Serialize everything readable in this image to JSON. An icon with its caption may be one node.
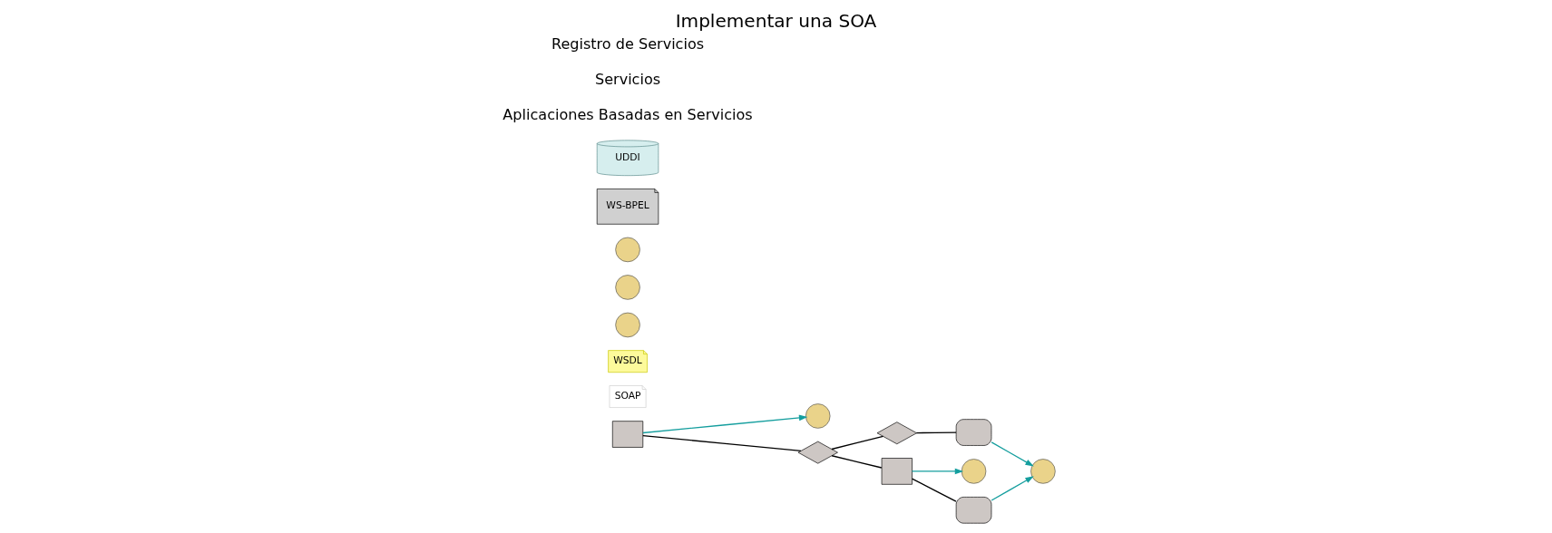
{
  "diagram": {
    "title": "Implementar una SOA",
    "nodes": [
      {
        "text": [],
        "shape": "box"
      },
      {
        "text": [
          "SOAP"
        ]
      },
      {
        "text": [],
        "shape": "circle"
      },
      {
        "text": [
          "WSDL"
        ]
      },
      {
        "text": [],
        "shape": "circle"
      },
      {
        "text": [],
        "shape": "diamond"
      },
      {
        "text": [],
        "shape": "diamond"
      },
      {
        "text": [],
        "shape": "circle"
      },
      {
        "text": [],
        "shape": "circle"
      },
      {
        "text": [],
        "shape": "circle"
      },
      {
        "text": [],
        "shape": "box"
      },
      {
        "text": [],
        "shape": "box"
      },
      {
        "text": [],
        "shape": "circle"
      },
      {
        "text": [
          "WS-BPEL"
        ]
      },
      {
        "text": [],
        "shape": "box"
      },
      {
        "text": [
          "UDDI"
        ]
      }
    ],
    "edges": [
      {
        "from": 0,
        "to": 2,
        "arrow": "to",
        "color": "#149e9e"
      },
      {
        "from": 0,
        "to": 5,
        "arrow": "none"
      },
      {
        "from": 5,
        "to": 6,
        "arrow": "none"
      },
      {
        "from": 5,
        "to": 10,
        "arrow": "none"
      },
      {
        "from": 6,
        "to": 11,
        "arrow": "none"
      },
      {
        "from": 10,
        "to": 14,
        "arrow": "none"
      },
      {
        "from": 10,
        "to": 9,
        "arrow": "to",
        "color": "#149e9e"
      },
      {
        "from": 11,
        "to": 12,
        "arrow": "to",
        "color": "#149e9e"
      },
      {
        "from": 14,
        "to": 12,
        "arrow": "to",
        "color": "#149e9e"
      }
    ],
    "labels": [
      "Aplicaciones Basadas en Servicios",
      "Servicios",
      "Registro de Servicios"
    ]
  }
}
